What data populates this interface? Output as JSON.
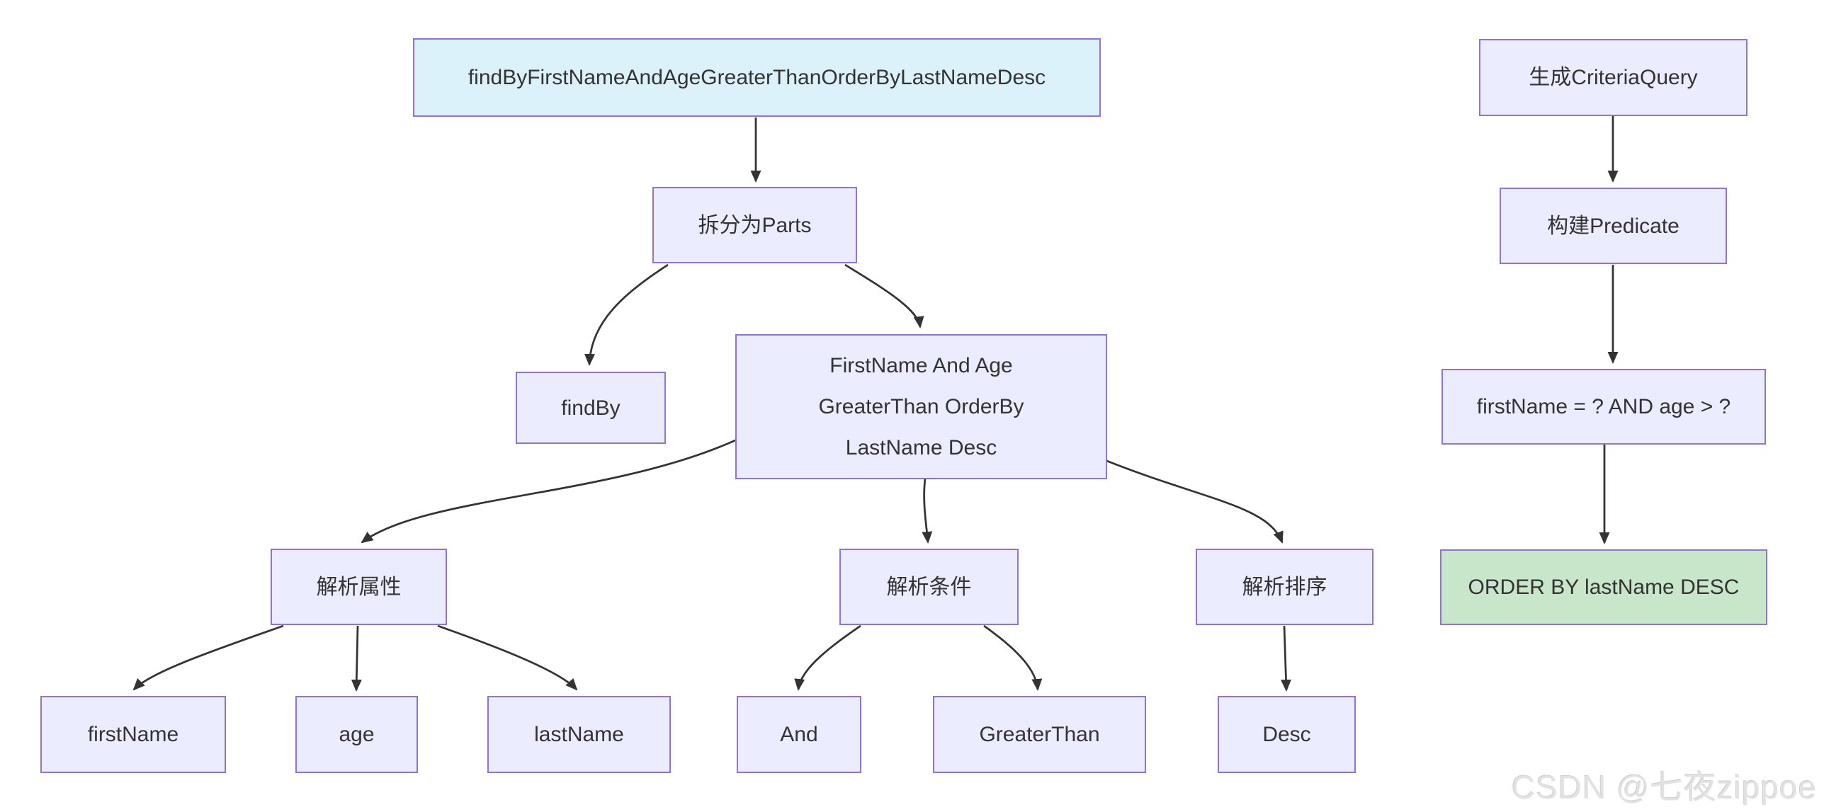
{
  "diagram": {
    "left_flow": {
      "method": "findByFirstNameAndAgeGreaterThanOrderByLastNameDesc",
      "split": "拆分为Parts",
      "find_by": "findBy",
      "parts_lines": [
        "FirstName And Age",
        "GreaterThan OrderBy",
        "LastName Desc"
      ],
      "parse_attr": "解析属性",
      "parse_cond": "解析条件",
      "parse_sort": "解析排序",
      "first_name": "firstName",
      "age": "age",
      "last_name": "lastName",
      "and": "And",
      "greater_than": "GreaterThan",
      "desc": "Desc"
    },
    "right_flow": {
      "gen_criteria": "生成CriteriaQuery",
      "build_predicate": "构建Predicate",
      "predicate_sql": "firstName = ? AND age > ?",
      "order_by": "ORDER BY lastName DESC"
    },
    "colors": {
      "node_fill": "#ECECFF",
      "node_border": "#9370DB",
      "highlight_fill": "#DCF2FB",
      "result_fill": "#C8E6C9",
      "edge": "#333333",
      "text": "#333333"
    },
    "watermark": "CSDN @七夜zippoe"
  }
}
